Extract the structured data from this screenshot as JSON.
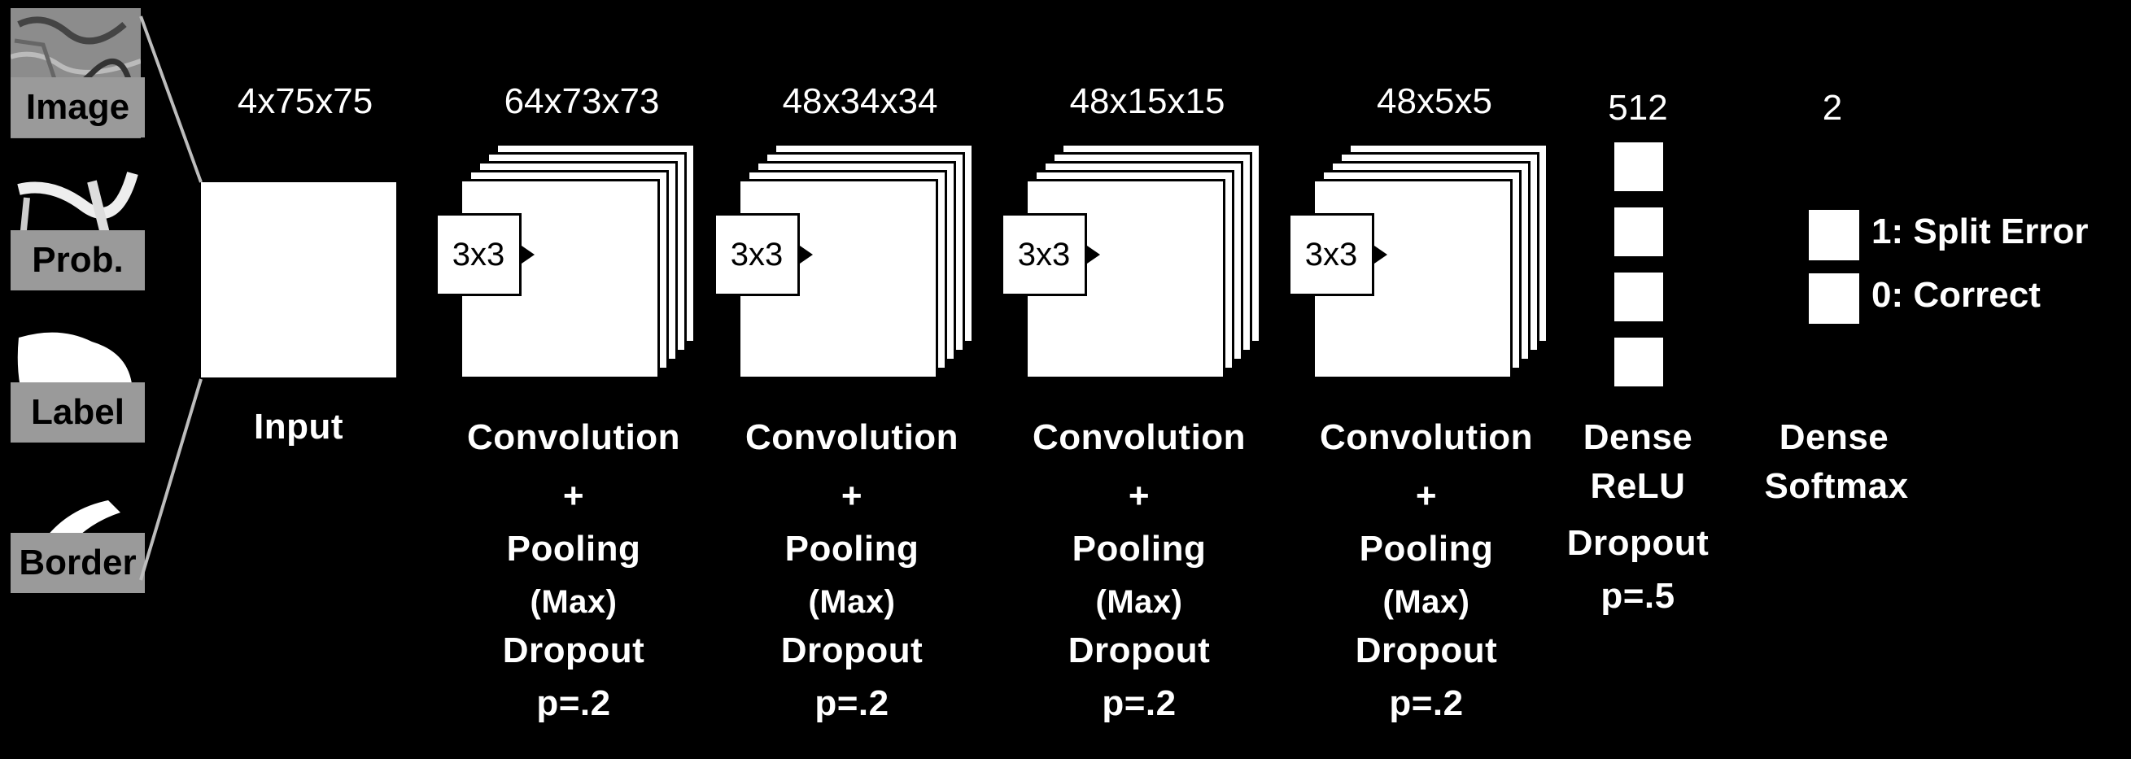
{
  "inputs": [
    {
      "label": "Image",
      "icon": "image-thumbnail-icon"
    },
    {
      "label": "Prob.",
      "icon": "probability-map-icon"
    },
    {
      "label": "Label",
      "icon": "label-mask-icon"
    },
    {
      "label": "Border",
      "icon": "border-mask-icon"
    }
  ],
  "layers": [
    {
      "dims": "4x75x75",
      "caption": [
        "Input"
      ]
    },
    {
      "dims": "64x73x73",
      "kernel": "3x3",
      "caption": [
        "Convolution",
        "+",
        "Pooling",
        "(Max)",
        "Dropout",
        "p=.2"
      ]
    },
    {
      "dims": "48x34x34",
      "kernel": "3x3",
      "caption": [
        "Convolution",
        "+",
        "Pooling",
        "(Max)",
        "Dropout",
        "p=.2"
      ]
    },
    {
      "dims": "48x15x15",
      "kernel": "3x3",
      "caption": [
        "Convolution",
        "+",
        "Pooling",
        "(Max)",
        "Dropout",
        "p=.2"
      ]
    },
    {
      "dims": "48x5x5",
      "kernel": "3x3",
      "caption": [
        "Convolution",
        "+",
        "Pooling",
        "(Max)",
        "Dropout",
        "p=.2"
      ]
    },
    {
      "dims": "512",
      "caption": [
        "Dense",
        "ReLU",
        "Dropout",
        "p=.5"
      ]
    },
    {
      "dims": "2",
      "caption": [
        "Dense",
        "Softmax"
      ]
    }
  ],
  "legend": {
    "split": "1: Split Error",
    "correct": "0: Correct"
  },
  "colors": {
    "background": "#000000",
    "box": "#ffffff",
    "label_bg": "#9a9a9a"
  }
}
